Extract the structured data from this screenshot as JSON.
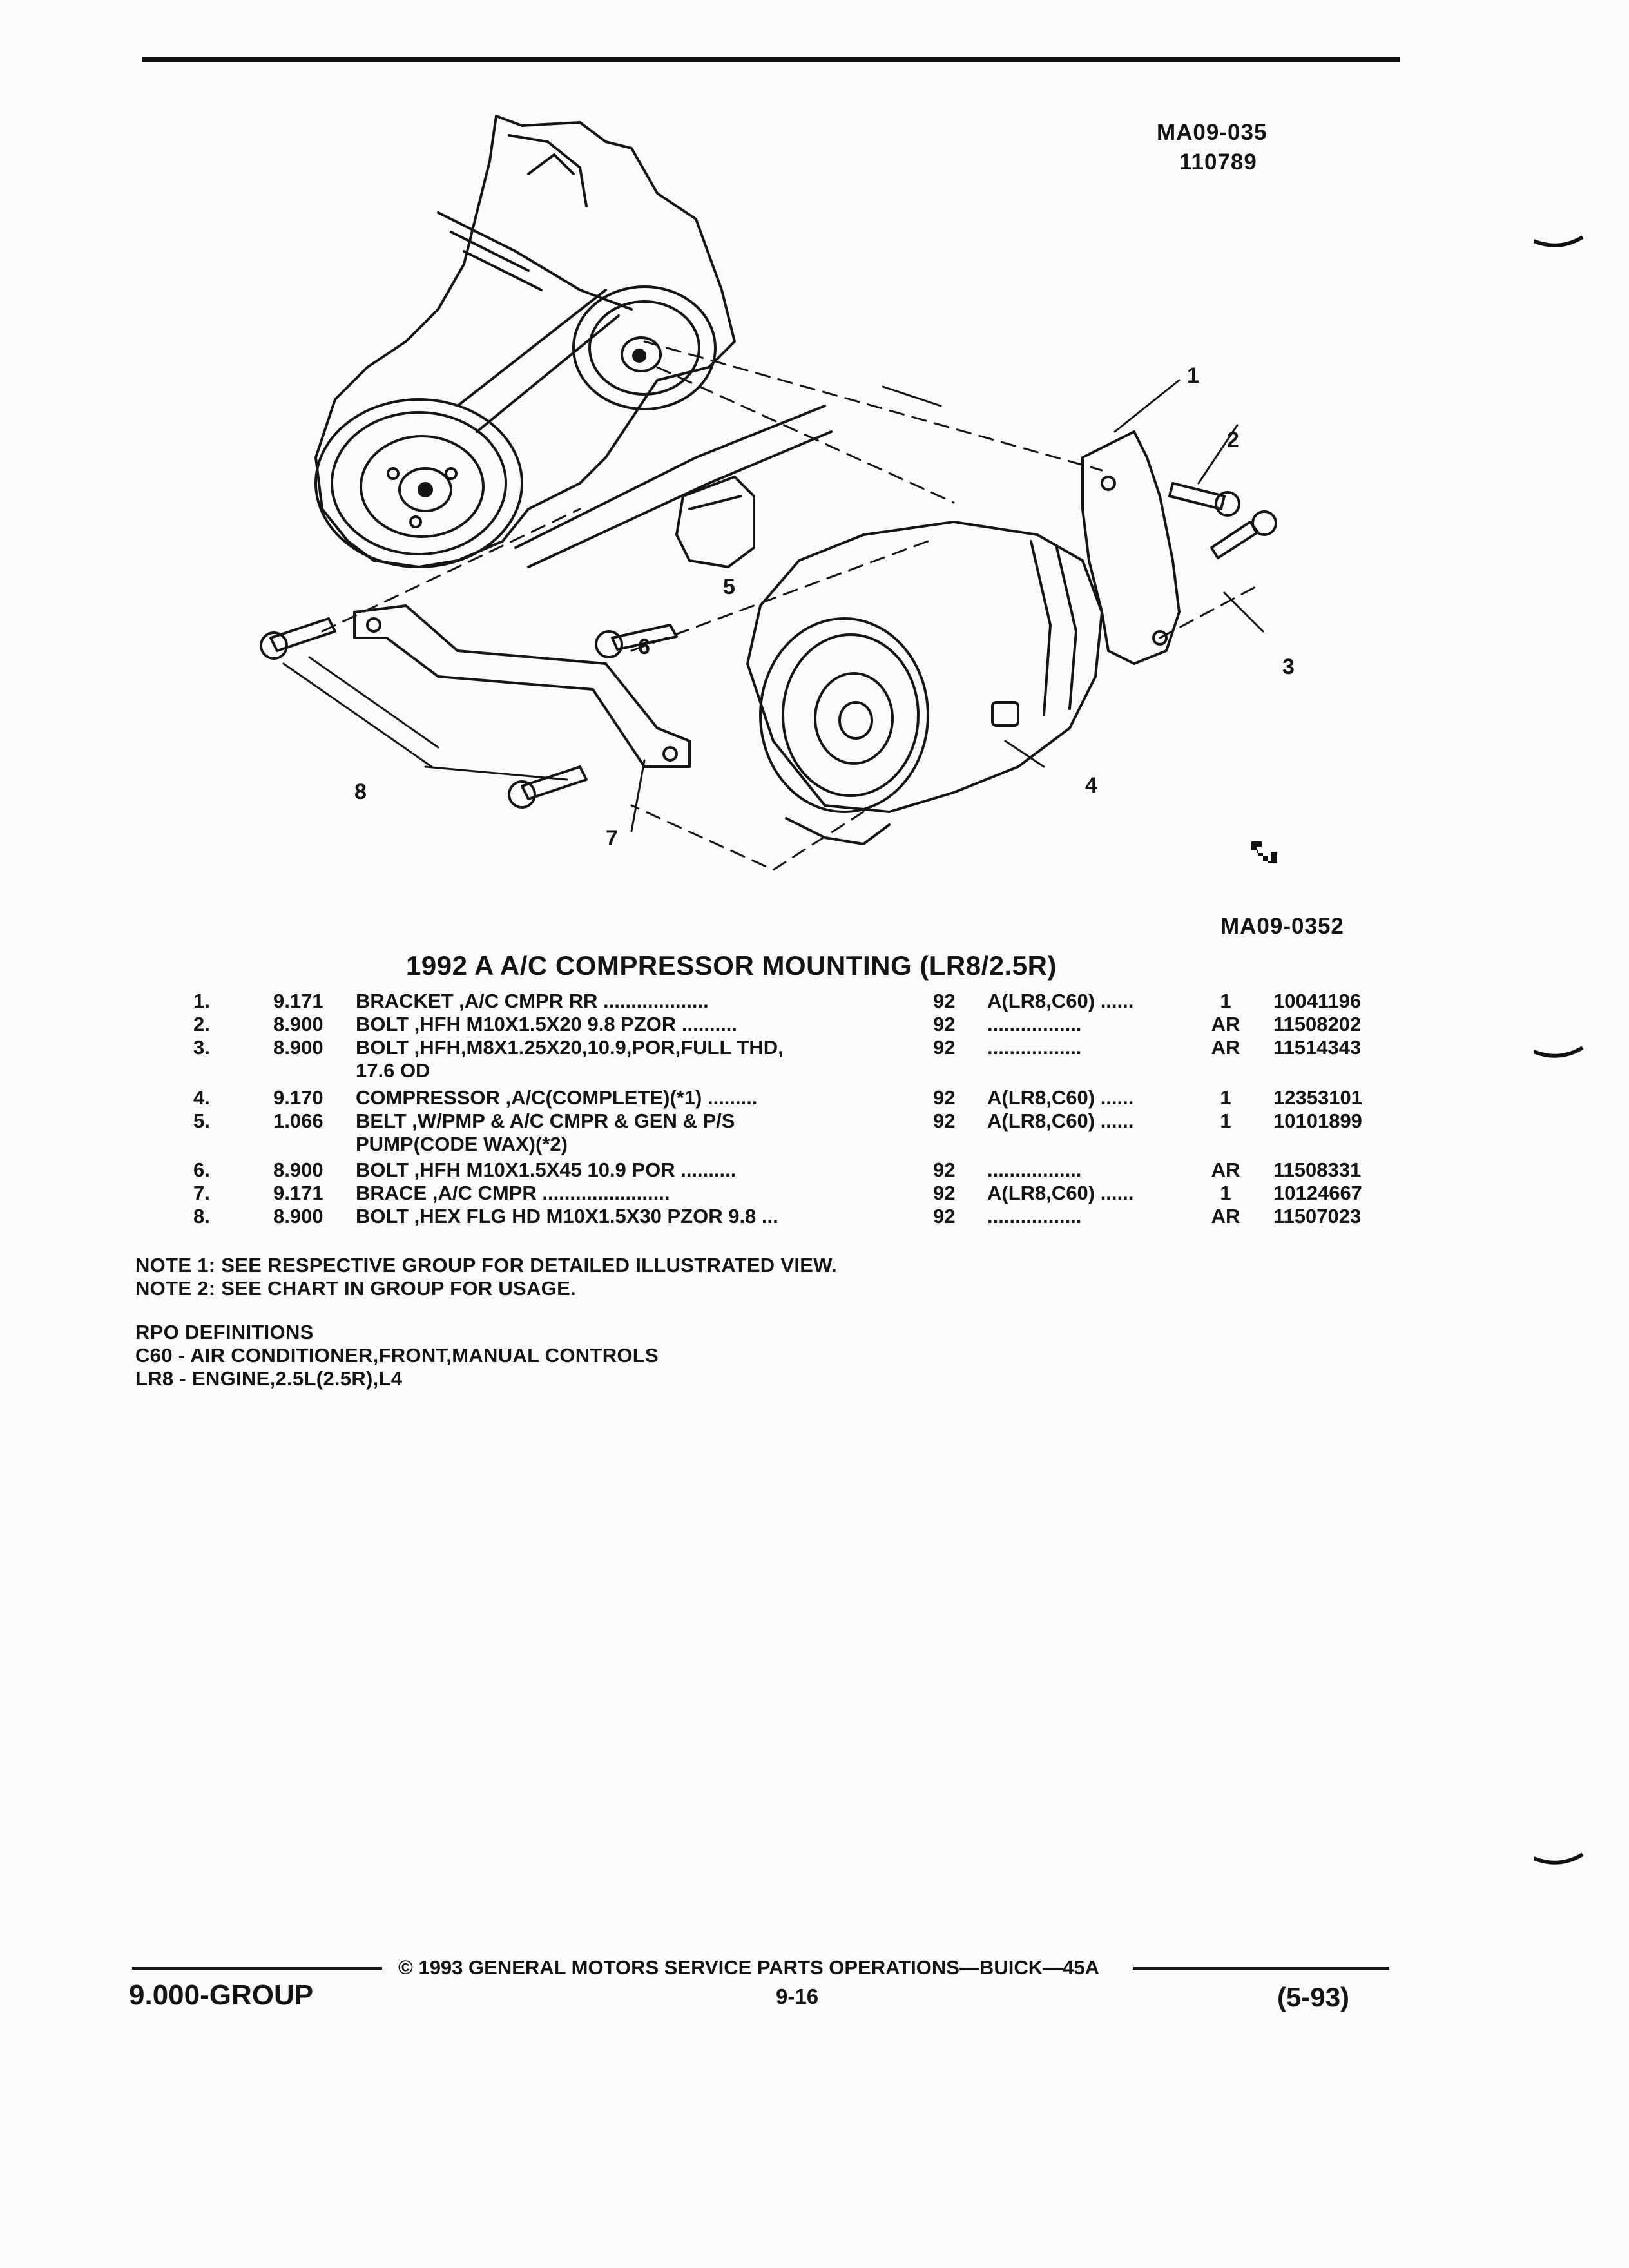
{
  "figure": {
    "id_top": "MA09-035",
    "id_top_sub": "110789",
    "id_bottom": "MA09-0352",
    "callouts": [
      "1",
      "2",
      "3",
      "4",
      "5",
      "6",
      "7",
      "8"
    ]
  },
  "title": "1992 A A/C COMPRESSOR MOUNTING (LR8/2.5R)",
  "parts": [
    {
      "num": "1.",
      "group": "9.171",
      "desc": "BRACKET ,A/C CMPR RR ...................",
      "year": "92",
      "usage": "A(LR8,C60) ......",
      "qty": "1",
      "part": "10041196"
    },
    {
      "num": "2.",
      "group": "8.900",
      "desc": "BOLT ,HFH M10X1.5X20 9.8 PZOR ..........",
      "year": "92",
      "usage": ".................",
      "qty": "AR",
      "part": "11508202"
    },
    {
      "num": "3.",
      "group": "8.900",
      "desc": "BOLT ,HFH,M8X1.25X20,10.9,POR,FULL THD,",
      "desc2": "17.6 OD",
      "year": "92",
      "usage": ".................",
      "qty": "AR",
      "part": "11514343"
    },
    {
      "num": "4.",
      "group": "9.170",
      "desc": "COMPRESSOR ,A/C(COMPLETE)(*1) .........",
      "year": "92",
      "usage": "A(LR8,C60) ......",
      "qty": "1",
      "part": "12353101"
    },
    {
      "num": "5.",
      "group": "1.066",
      "desc": "BELT ,W/PMP & A/C CMPR & GEN & P/S",
      "desc2": "PUMP(CODE WAX)(*2)",
      "year": "92",
      "usage": "A(LR8,C60) ......",
      "qty": "1",
      "part": "10101899"
    },
    {
      "num": "6.",
      "group": "8.900",
      "desc": "BOLT ,HFH M10X1.5X45 10.9 POR ..........",
      "year": "92",
      "usage": ".................",
      "qty": "AR",
      "part": "11508331"
    },
    {
      "num": "7.",
      "group": "9.171",
      "desc": "BRACE ,A/C CMPR .......................",
      "year": "92",
      "usage": "A(LR8,C60) ......",
      "qty": "1",
      "part": "10124667"
    },
    {
      "num": "8.",
      "group": "8.900",
      "desc": "BOLT ,HEX FLG HD M10X1.5X30 PZOR 9.8 ...",
      "year": "92",
      "usage": ".................",
      "qty": "AR",
      "part": "11507023"
    }
  ],
  "notes": [
    "NOTE 1: SEE RESPECTIVE GROUP FOR DETAILED ILLUSTRATED VIEW.",
    "NOTE 2: SEE CHART IN GROUP FOR USAGE."
  ],
  "rpo": {
    "heading": "RPO DEFINITIONS",
    "items": [
      "C60 - AIR CONDITIONER,FRONT,MANUAL CONTROLS",
      "LR8 - ENGINE,2.5L(2.5R),L4"
    ]
  },
  "footer": {
    "copyright": "© 1993 GENERAL MOTORS SERVICE PARTS OPERATIONS—BUICK—45A",
    "group": "9.000-GROUP",
    "page": "9-16",
    "date": "(5-93)"
  }
}
